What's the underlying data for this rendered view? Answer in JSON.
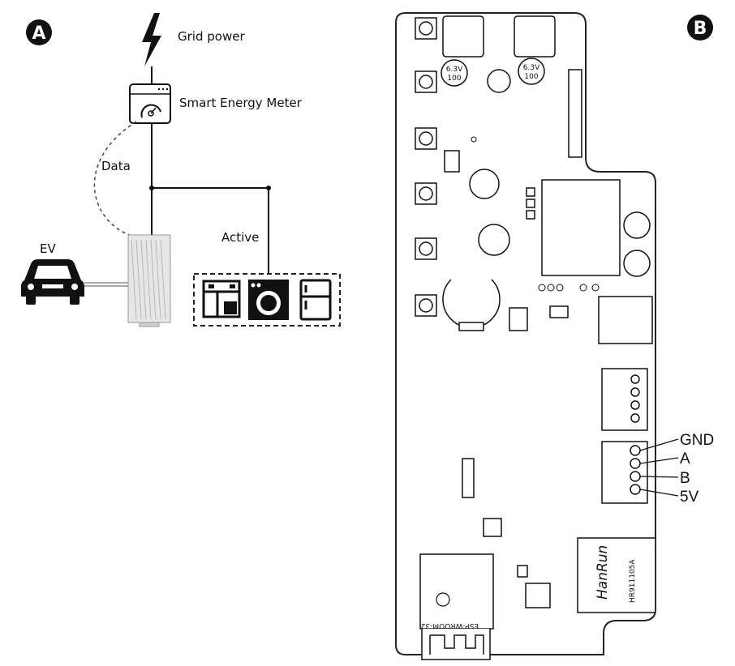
{
  "panel_a": {
    "badge": "A",
    "grid_power": "Grid power",
    "smart_meter": "Smart Energy Meter",
    "data_label": "Data",
    "active_label": "Active",
    "ev_label": "EV"
  },
  "panel_b": {
    "badge": "B",
    "terminals": [
      "GND",
      "A",
      "B",
      "5V"
    ],
    "jack_brand": "HanRun",
    "jack_part": "HR911105A",
    "cap_labels": [
      "100",
      "6.3V"
    ],
    "module_label": "ESP-WROOM-32"
  }
}
